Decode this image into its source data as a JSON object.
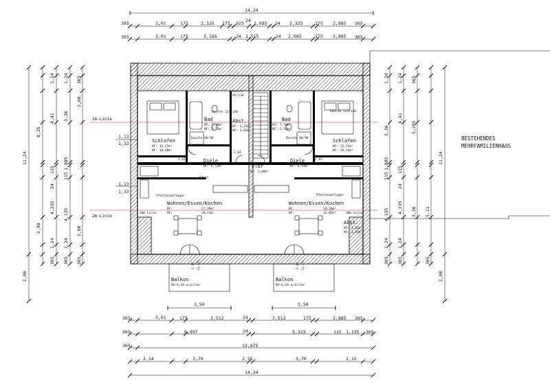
{
  "building_label": [
    "BESTEHENDES",
    "MEHRFAMILIENHAUS"
  ],
  "line_labels": {
    "two_m_line": "2m-Linie"
  },
  "top_dims": {
    "overall": "14,24",
    "row1_total": "24",
    "row2": [
      "365",
      "3,01",
      "175",
      "2,325",
      "175",
      "925",
      "1,035",
      "24",
      "2,325",
      "175",
      "2,885",
      "365"
    ],
    "row3": [
      "365",
      "3,01",
      "175",
      "3,185",
      "24",
      "1,515",
      "24",
      "2,085",
      "175",
      "2,885",
      "365"
    ]
  },
  "bottom_dims": {
    "balcony": [
      "3,50",
      "3,50"
    ],
    "row1": [
      "365",
      "3,01",
      "175",
      "3,512",
      "24",
      "3,513",
      "175",
      "2,885",
      "365"
    ],
    "row2": [
      "365",
      "6,697",
      "24",
      "5,323",
      "115",
      "1,135",
      "365"
    ],
    "row3": [
      "365",
      "13,875"
    ],
    "row4": [
      "2,14",
      "3,70",
      "2,55",
      "3,70",
      "2,15"
    ],
    "overall": "14,24"
  },
  "left_dims": {
    "outer": [
      "11,24",
      "2,00"
    ],
    "col2": [
      "8,25",
      "2,99"
    ],
    "col3": [
      "1,24",
      "4,41",
      "115",
      "24",
      "4,235",
      "1,24",
      "365"
    ],
    "col4": [
      "1,24",
      "3,26",
      "1,885",
      "115",
      "4,135",
      "1,24",
      "365"
    ],
    "col5": [
      "365",
      "2,60",
      "2,60",
      "365"
    ],
    "openings": [
      "1,13",
      "1,33",
      "1,13",
      "1,33"
    ]
  },
  "right_dims": {
    "outer": [
      "11,24",
      "2,00"
    ],
    "col2": [
      "1,24",
      "3,26",
      "1,885",
      "115",
      "4,135",
      "1,24",
      "365"
    ],
    "col3": [
      "1,24",
      "4,41",
      "115",
      "24",
      "4,235",
      "1,24",
      "365"
    ],
    "col4": [
      "365",
      "5,285",
      "3,26",
      "5,11",
      "365"
    ]
  },
  "rooms_left": {
    "schlafen": {
      "name": "Schlafen",
      "bf": "BF: 13,27m²",
      "nf": "NF: 10,88m²"
    },
    "bad": {
      "name": "Bad",
      "bf": "BF: 7,29m²",
      "nf": "NF: 5,51m²"
    },
    "abst": {
      "name": "Abst.",
      "bf": "BF: 3,25m²",
      "nf": "NF: 1,66m²"
    },
    "diele": {
      "name": "Diele",
      "bf": "BF: 6,72m²"
    },
    "wohnen": {
      "name": "Wohnen/Essen/Kochen",
      "bf": "BF:",
      "nf": "NF:",
      "v1": "27,39m²",
      "v2": "20,53m²"
    },
    "balkon": {
      "name": "Balkon",
      "bf": "BF:6,26 m=3/13m²"
    }
  },
  "rooms_right": {
    "schlafen": {
      "name": "Schlafen",
      "bf": "BF: 12,72m²",
      "nf": "NF: 10,24m²"
    },
    "bad": {
      "name": "Bad",
      "bf": "BF: 7,50m²",
      "nf": "NF: 5,56m²"
    },
    "abst": {
      "name": "Abst.",
      "bf": "BF: 4,05m²",
      "nf": "NF: 1,54m²"
    },
    "diele": {
      "name": "Diele",
      "bf": "BF: 6,93m²"
    },
    "wohnen": {
      "name": "Wohnen/Essen/Kochen",
      "bf": "BF:",
      "nf": "NF:",
      "v1": "24,26m²",
      "v2": "22,05m²"
    },
    "balkon": {
      "name": "Balkon",
      "bf": "BF:6,26 m=3/13m²"
    }
  },
  "flur": {
    "name": "Flur",
    "bf": "BF: 1,88m²"
  },
  "small_labels": {
    "dachfenster_top": "Dachfe",
    "dachfenster_size": "95/118",
    "dachfenster_left": "Dachfe 114/140",
    "dachfenster_right": "Dachfe 114/140",
    "dusche": "Dusche 80/90",
    "pfette": "Pfettenauflager",
    "ohm": "30m Linie",
    "door_201": "2,01",
    "door_201b": "2,01",
    "door_217": "2,17",
    "door_233": "(2,33)",
    "door_233b": "(2,33)",
    "stairs_height": "2,01",
    "vorr": "Vorrs"
  },
  "colors": {
    "red_line": "#d02020",
    "wall": "#000000"
  }
}
